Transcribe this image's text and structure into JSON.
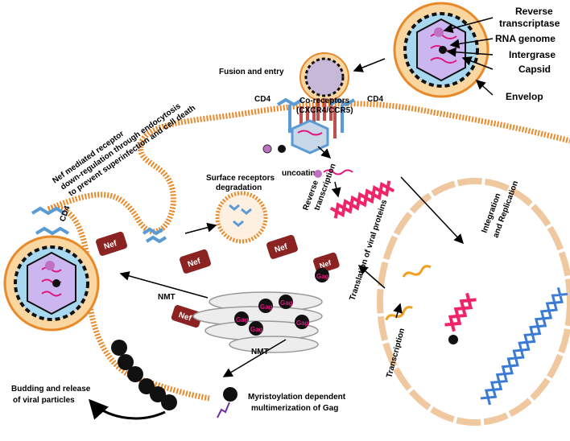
{
  "labels": {
    "reverse_transcriptase_1": "Reverse",
    "reverse_transcriptase_2": "transcriptase",
    "rna_genome": "RNA genome",
    "integrase": "Intergrase",
    "capsid": "Capsid",
    "envelop": "Envelop",
    "fusion_entry": "Fusion and entry",
    "cd4_left": "CD4",
    "cd4_right": "CD4",
    "coreceptors_1": "Co-receptors",
    "coreceptors_2": "(CXCR4/CCR5)",
    "uncoating": "uncoating",
    "reverse_transcription_1": "Reverse",
    "reverse_transcription_2": "transcription",
    "integration_1": "Integration",
    "integration_2": "and Replication",
    "translation": "Translation of viral proteins",
    "transcription": "Transcription",
    "nef_mediated_1": "Nef mediated receptor",
    "nef_mediated_2": "down-regulation through endocytosis",
    "nef_mediated_3": "to prevent superinfection and cell death",
    "surface_receptors_1": "Surface receptors",
    "surface_receptors_2": "degradation",
    "cd4_nef": "CD4",
    "nmt_1": "NMT",
    "nmt_2": "NMT",
    "budding_1": "Budding and release",
    "budding_2": "of viral particles",
    "myristoylation_1": "Myristoylation dependent",
    "myristoylation_2": "multimerization of Gag",
    "nef": "Nef",
    "gag": "Gag"
  },
  "colors": {
    "membrane": "#E8892A",
    "envelope": "#FAD7A0",
    "capsid_fill": "#CBB6F0",
    "matrix_fill": "#A8D8F0",
    "rna": "#E0177F",
    "receptor": "#5B9BD5",
    "coreceptor": "#C0504D",
    "dna_pink": "#F0246A",
    "dna_blue": "#3A7BD5",
    "nef": "#8B2323",
    "gag": "#111111"
  }
}
